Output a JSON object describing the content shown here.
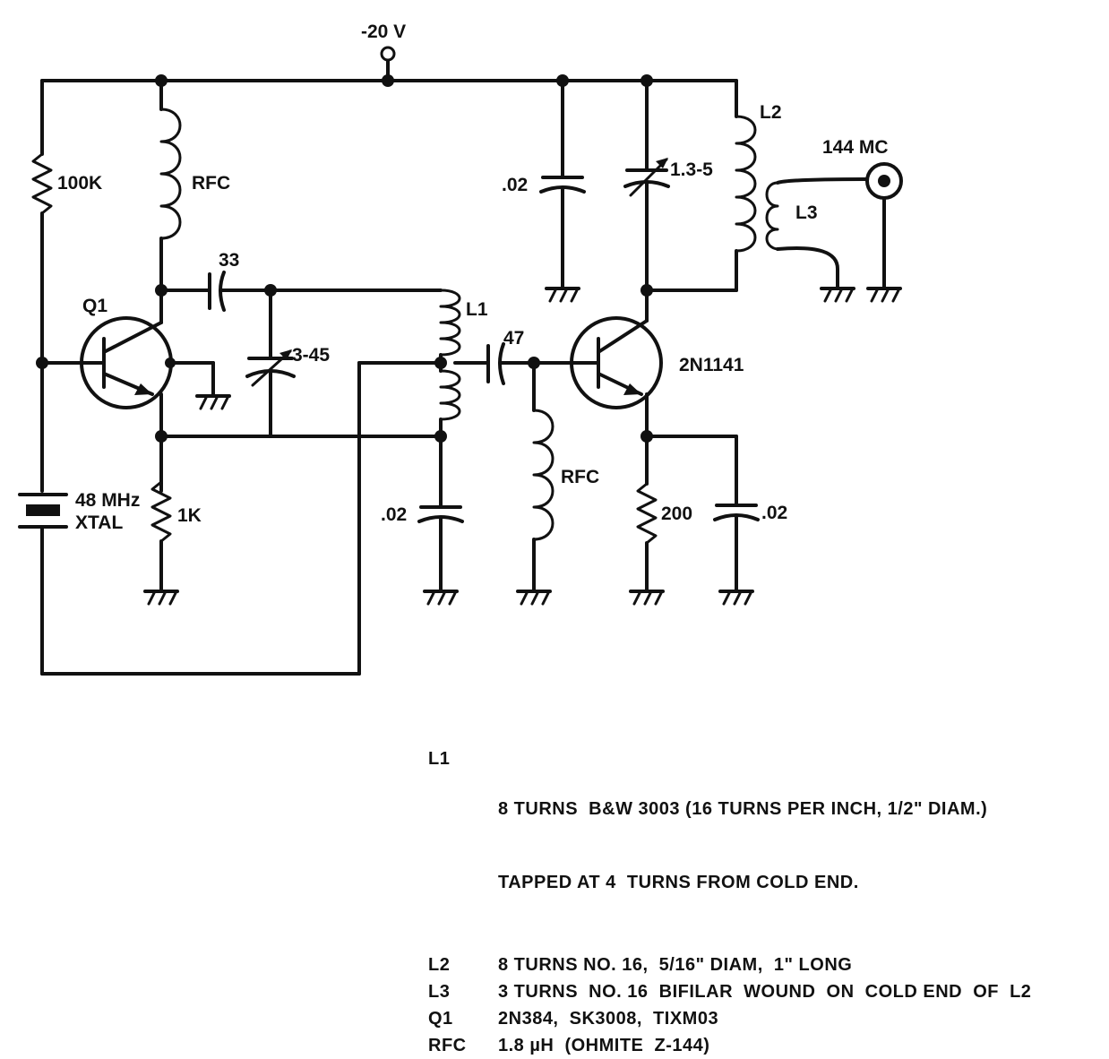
{
  "labels": {
    "supply": "-20 V",
    "r_100k": "100K",
    "rfc_top": "RFC",
    "c_33": "33",
    "q1": "Q1",
    "c_3_45": "3-45",
    "l1": "L1",
    "c_47": "47",
    "q2_type": "2N1141",
    "rfc_mid": "RFC",
    "xtal_freq": "48 MHz",
    "xtal": "XTAL",
    "r_1k": "1K",
    "c_002_mid": ".02",
    "c_002_top": ".02",
    "c_1_3_5": "1.3-5",
    "l2": "L2",
    "output": "144 MC",
    "l3": "L3",
    "r_200": "200",
    "c_002_right": ".02"
  },
  "parts_list": [
    {
      "key": "L1",
      "lines": [
        "8 TURNS  B&W 3003 (16 TURNS PER INCH, 1/2\" DIAM.)",
        "TAPPED AT 4  TURNS FROM COLD END."
      ]
    },
    {
      "key": "L2",
      "lines": [
        "8 TURNS NO. 16,  5/16\" DIAM,  1\" LONG"
      ]
    },
    {
      "key": "L3",
      "lines": [
        "3 TURNS  NO. 16  BIFILAR  WOUND  ON  COLD END  OF  L2"
      ]
    },
    {
      "key": "Q1",
      "lines": [
        "2N384,  SK3008,  TIXM03"
      ]
    },
    {
      "key": "RFC",
      "lines": [
        "1.8 µH  (OHMITE  Z-144)"
      ]
    }
  ]
}
